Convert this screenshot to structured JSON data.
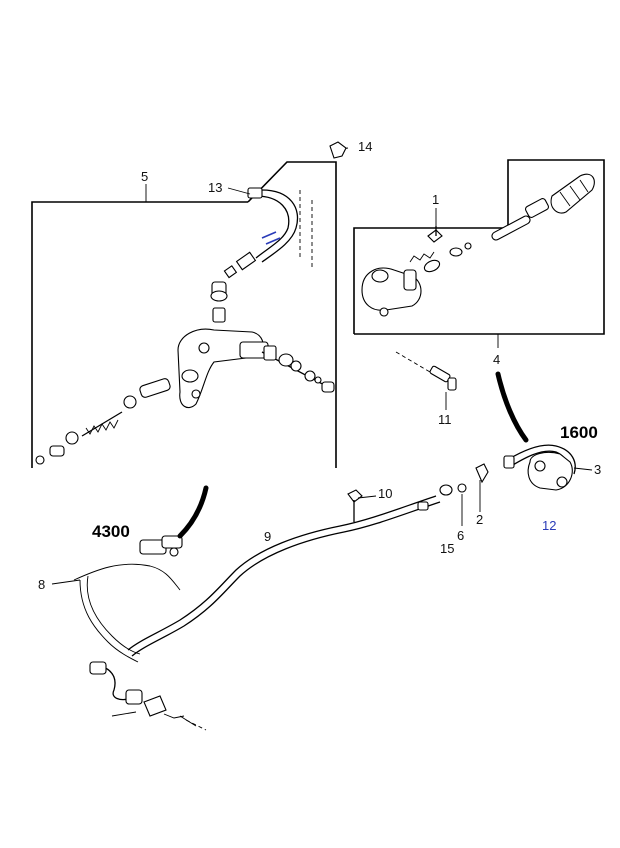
{
  "labels": {
    "p1": "1",
    "p2": "2",
    "p3": "3",
    "p4": "4",
    "p5": "5",
    "p6": "6",
    "p8": "8",
    "p9": "9",
    "p10": "10",
    "p11": "11",
    "p12": "12",
    "p13": "13",
    "p14": "14",
    "p15": "15"
  },
  "variants": {
    "engine_1600": "1600",
    "engine_4300": "4300"
  },
  "colors": {
    "line": "#000000",
    "accent_blue": "#2a3bb8"
  }
}
